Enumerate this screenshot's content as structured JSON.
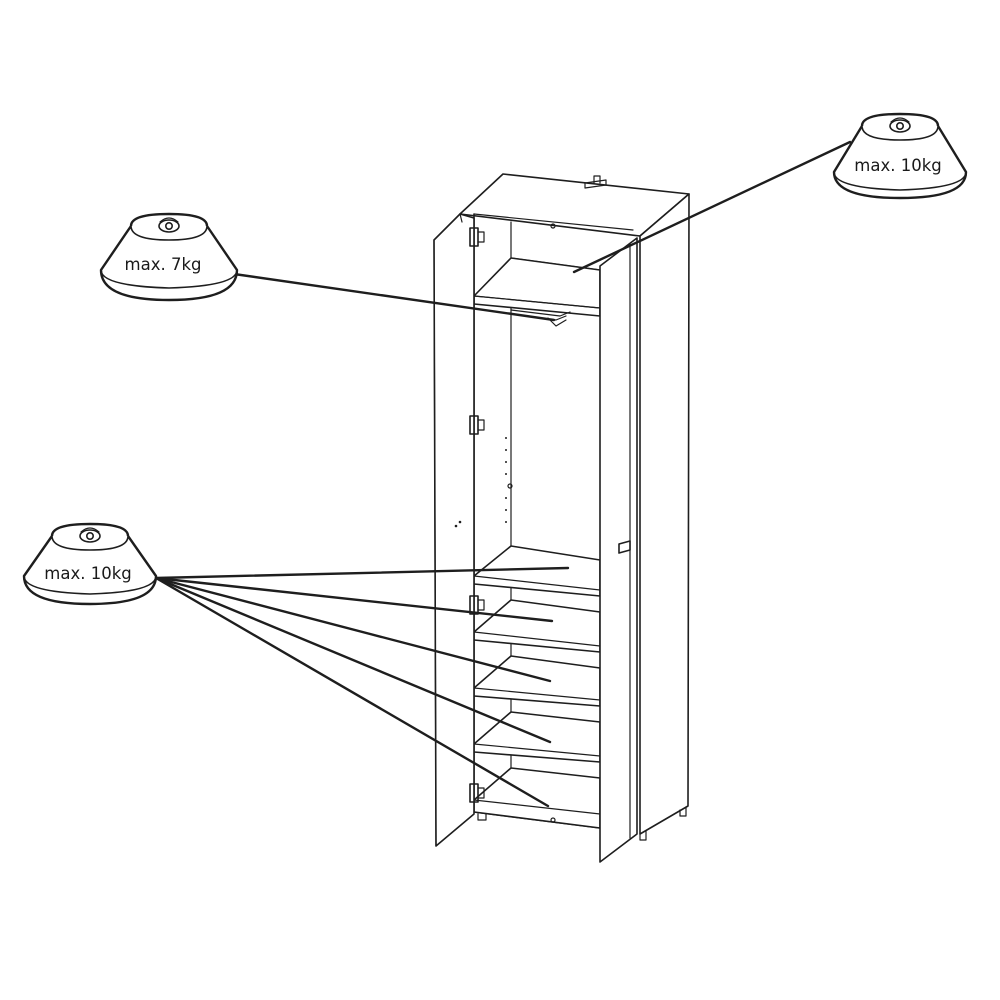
{
  "weights": {
    "rod": "max. 7kg",
    "top_shelf": "max. 10kg",
    "lower_shelves": "max. 10kg"
  },
  "colors": {
    "line": "#1e1e1e",
    "background": "#ffffff"
  },
  "icon_names": [
    "weight-icon"
  ]
}
